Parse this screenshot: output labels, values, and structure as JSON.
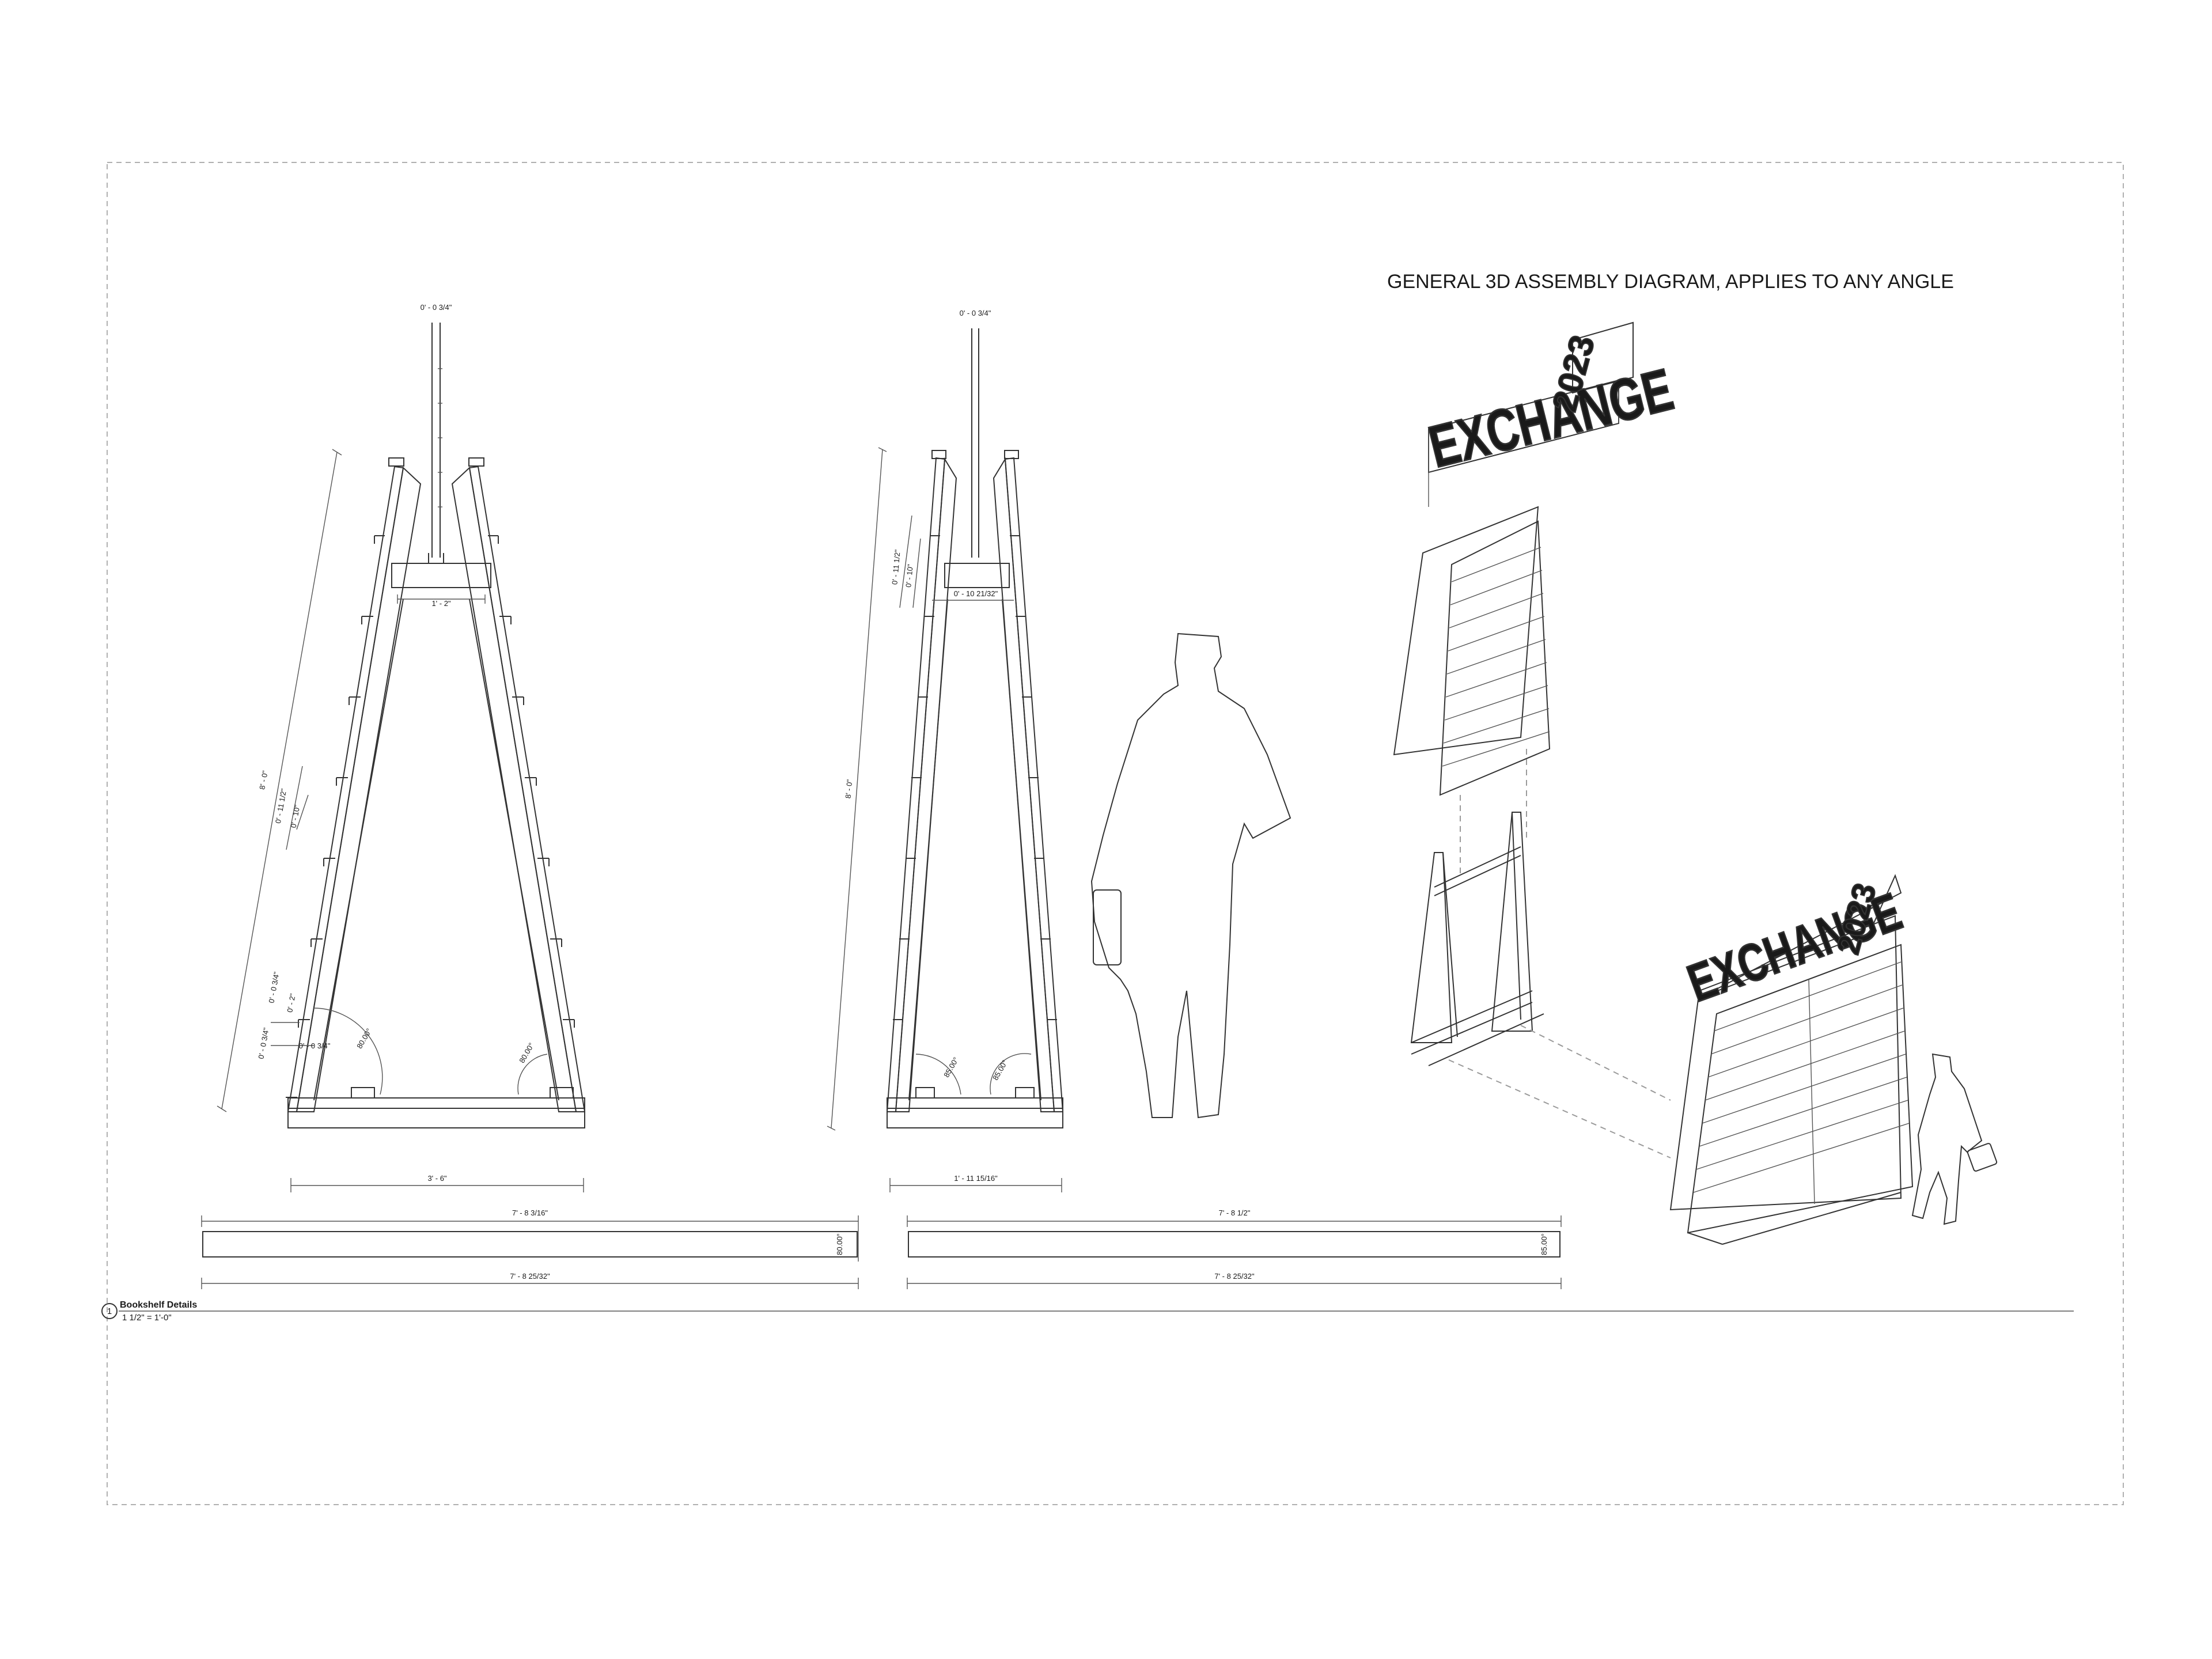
{
  "title": "GENERAL 3D ASSEMBLY DIAGRAM, APPLIES TO ANY ANGLE",
  "sign_text": "EXCHANGE",
  "sign_year": "2023",
  "caption": {
    "number": "1",
    "title": "Bookshelf Details",
    "scale": "1 1/2\" = 1'-0\""
  },
  "elevation_a": {
    "mast_thickness": "0' - 0 3/4\"",
    "top_block_width": "1' - 2\"",
    "side_length": "8' - 0\"",
    "shelf_spacing_outer": "0' - 11 1/2\"",
    "shelf_spacing_inner": "0' - 10\"",
    "board_a": "0' - 0 3/4\"",
    "board_b": "0' - 2\"",
    "board_c": "0' - 0 3/4\"",
    "board_d": "0' - 0 3/4\"",
    "angle_left": "80.00°",
    "angle_right": "80.00°",
    "base_width": "3' - 6\""
  },
  "elevation_b": {
    "mast_thickness": "0' - 0 3/4\"",
    "shelf_spacing_outer": "0' - 11 1/2\"",
    "shelf_spacing_inner": "0' - 10\"",
    "top_block_width": "0' - 10 21/32\"",
    "side_length": "8' - 0\"",
    "angle_left": "85.00°",
    "angle_right": "85.00°",
    "base_width": "1' - 11 15/16\""
  },
  "board_a": {
    "top_length": "7' - 8 3/16\"",
    "bottom_length": "7' - 8 25/32\"",
    "angle": "80.00°"
  },
  "board_b": {
    "top_length": "7' - 8 1/2\"",
    "bottom_length": "7' - 8 25/32\"",
    "angle": "85.00°"
  }
}
